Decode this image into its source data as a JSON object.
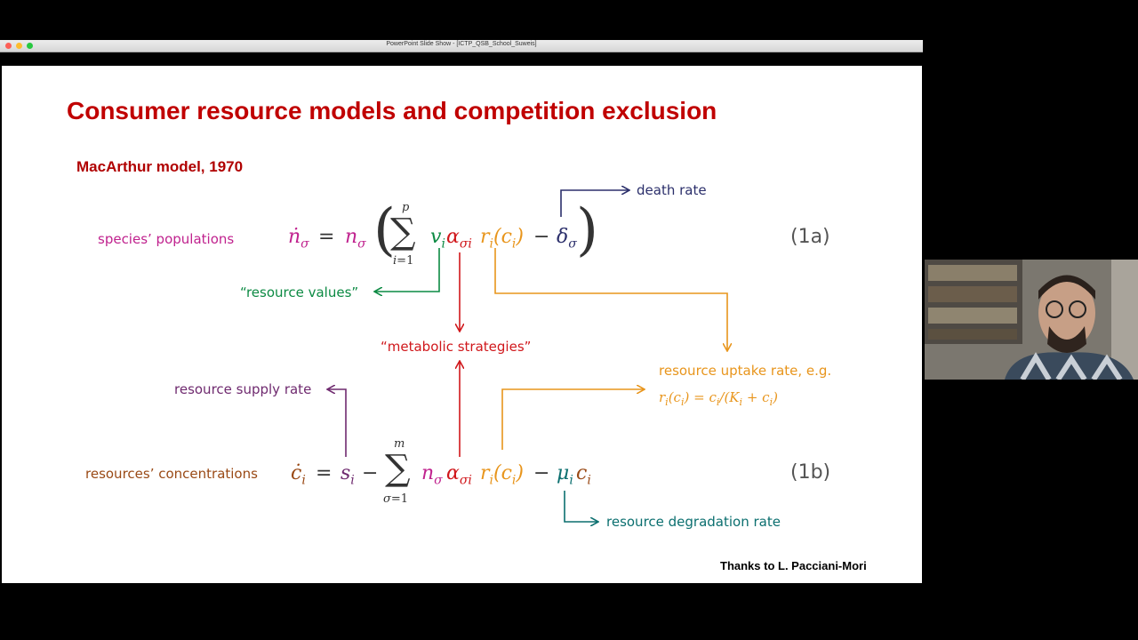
{
  "window": {
    "title": "PowerPoint Slide Show - [ICTP_QSB_School_Suweis]"
  },
  "slide": {
    "title": "Consumer resource models and competition exclusion",
    "subtitle": "MacArthur model, 1970",
    "labels": {
      "species_populations": "species’ populations",
      "death_rate": "death rate",
      "resource_values": "“resource values”",
      "metabolic_strategies": "“metabolic strategies”",
      "resource_uptake": "resource uptake rate, e.g.",
      "uptake_formula": "r_i(c_i) = c_i/(K_i + c_i)",
      "resource_supply": "resource supply rate",
      "resources_concentrations": "resources’ concentrations",
      "resource_degradation": "resource degradation rate"
    },
    "equation_a": {
      "number": "(1a)",
      "lhs": "ṅ_σ",
      "rhs": "n_σ ( Σ_{i=1}^{p} v_i α_{σi} r_i(c_i) − δ_σ )"
    },
    "equation_b": {
      "number": "(1b)",
      "lhs": "ċ_i",
      "rhs": "s_i − Σ_{σ=1}^{m} n_σ α_{σi} r_i(c_i) − μ_i c_i"
    },
    "credit": "Thanks to L. Pacciani-Mori"
  },
  "colors": {
    "title": "#c00000",
    "magenta": "#c0228e",
    "green": "#0c8a43",
    "red": "#d0171b",
    "orange": "#e8951c",
    "navy": "#2b2f6b",
    "purple": "#6f2a6f",
    "brown": "#9a4a16",
    "teal": "#0b6f6f"
  },
  "webcam": {
    "description_icon": "person-webcam-icon"
  }
}
